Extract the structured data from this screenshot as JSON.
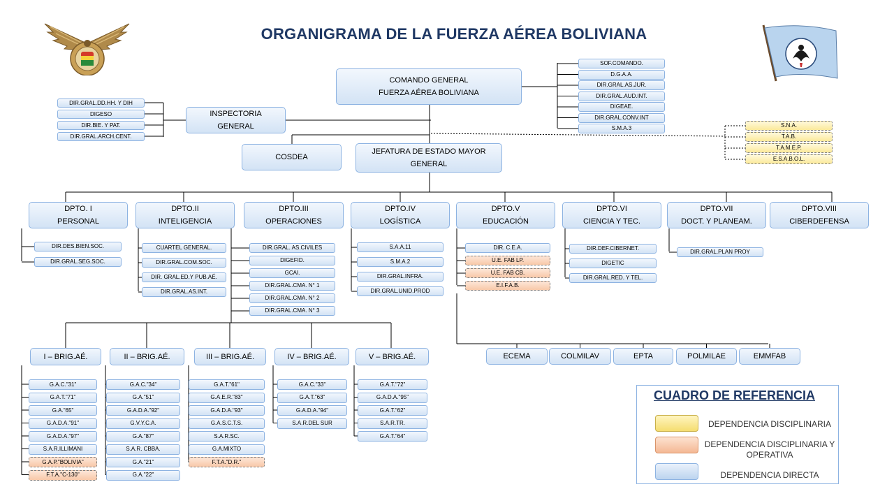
{
  "title": "ORGANIGRAMA DE LA FUERZA AÉREA BOLIVIANA",
  "colors": {
    "line": "#000000",
    "box_border": "#8db3e2",
    "title": "#1f3864",
    "yellow": "#fbe99a",
    "orange": "#f8c8a8"
  },
  "emblems": {
    "left": "air-force-wings-emblem-icon",
    "right": "bolivian-air-force-flag-icon"
  },
  "command": {
    "line1": "COMANDO GENERAL",
    "line2": "FUERZA AÉREA BOLIVIANA"
  },
  "command_staff": [
    "SOF.COMANDO.",
    "D.G.A.A.",
    "DIR.GRAL.AS.JUR.",
    "DIR.GRAL.AUD.INT.",
    "DIGEAE.",
    "DIR.GRAL.CONV.INT",
    "S.M.A.3"
  ],
  "disciplinary": [
    "S.N.A.",
    "T.A.B.",
    "T.A.M.E.P.",
    "E.S.A.B.O.L."
  ],
  "inspectoria": {
    "line1": "INSPECTORIA",
    "line2": "GENERAL",
    "items": [
      "DIR.GRAL.DD.HH. Y DIH",
      "DIGESO",
      "DIR.BIE. Y PAT.",
      "DIR.GRAL.ARCH.CENT."
    ]
  },
  "cosdea": "COSDEA",
  "jefatura": {
    "line1": "JEFATURA DE ESTADO MAYOR",
    "line2": "GENERAL"
  },
  "departments": [
    {
      "line1": "DPTO. I",
      "line2": "PERSONAL",
      "items": [
        "DIR.DES.BIEN.SOC.",
        "DIR.GRAL.SEG.SOC."
      ]
    },
    {
      "line1": "DPTO.II",
      "line2": "INTELIGENCIA",
      "items": [
        "CUARTEL GENERAL.",
        "DIR.GRAL.COM.SOC.",
        "DIR. GRAL.ED.Y PUB.AÉ.",
        "DIR.GRAL.AS.INT."
      ]
    },
    {
      "line1": "DPTO.III",
      "line2": "OPERACIONES",
      "items": [
        "DIR.GRAL. AS.CIVILES",
        "DIGEFID.",
        "GCAI.",
        "DIR.GRAL.CMA. N° 1",
        "DIR.GRAL.CMA. N° 2",
        "DIR.GRAL.CMA. N° 3"
      ]
    },
    {
      "line1": "DPTO.IV",
      "line2": "LOGÍSTICA",
      "items": [
        "S.A.A.11",
        "S.M.A.2",
        "DIR.GRAL.INFRA.",
        "DIR.GRAL.UNID.PROD"
      ]
    },
    {
      "line1": "DPTO.V",
      "line2": "EDUCACIÓN",
      "items": [
        "DIR. C.E.A.",
        "U.E. FAB LP.",
        "U.E. FAB CB.",
        "E.I.F.A.B."
      ]
    },
    {
      "line1": "DPTO.VI",
      "line2": "CIENCIA Y TEC.",
      "items": [
        "DIR.DEF.CIBERNET.",
        "DIGETIC",
        "DIR.GRAL.RED. Y TEL."
      ]
    },
    {
      "line1": "DPTO.VII",
      "line2": "DOCT. Y PLANEAM.",
      "items": [
        "DIR.GRAL.PLAN PROY"
      ]
    },
    {
      "line1": "DPTO.VIII",
      "line2": "CIBERDEFENSA",
      "items": []
    }
  ],
  "schools": [
    "ECEMA",
    "COLMILAV",
    "EPTA",
    "POLMILAE",
    "EMMFAB"
  ],
  "brigades": [
    {
      "name": "I – BRIG.AÉ.",
      "units": [
        "G.A.C.\"31\"",
        "G.A.T.\"71\"",
        "G.A.\"65\"",
        "G.A.D.A.\"91\"",
        "G.A.D.A.\"97\"",
        "S.A.R.ILLIMANI",
        "G.A.P.\"BOLIVIA\"",
        "F.T.A.\"C-130\""
      ]
    },
    {
      "name": "II – BRIG.AÉ.",
      "units": [
        "G.A.C.\"34\"",
        "G.A.\"51\"",
        "G.A.D.A.\"92\"",
        "G.V.Y.C.A.",
        "G.A.\"87\"",
        "S.A.R. CBBA.",
        "G.A.\"21\"",
        "G.A.\"22\""
      ]
    },
    {
      "name": "III – BRIG.AÉ.",
      "units": [
        "G.A.T.\"61\"",
        "G.A.E.R.\"83\"",
        "G.A.D.A.\"93\"",
        "G.A.S.C.T.S.",
        "S.A.R.SC.",
        "G.A.MIXTO",
        "F.T.A.\"D.R.\""
      ]
    },
    {
      "name": "IV – BRIG.AÉ.",
      "units": [
        "G.A.C.\"33\"",
        "G.A.T.\"63\"",
        "G.A.D.A.\"94\"",
        "S.A.R.DEL SUR"
      ]
    },
    {
      "name": "V – BRIG.AÉ.",
      "units": [
        "G.A.T.\"72\"",
        "G.A.D.A.\"95\"",
        "G.A.T.\"62\"",
        "S.A.R.TR.",
        "G.A.T.\"64\""
      ]
    }
  ],
  "legend": {
    "title": "CUADRO DE REFERENCIA",
    "items": [
      {
        "label": "DEPENDENCIA DISCIPLINARIA",
        "color": "yellow"
      },
      {
        "label": "DEPENDENCIA DISCIPLINARIA Y OPERATIVA",
        "color": "orange"
      },
      {
        "label": "DEPENDENCIA DIRECTA",
        "color": "blue"
      }
    ]
  }
}
